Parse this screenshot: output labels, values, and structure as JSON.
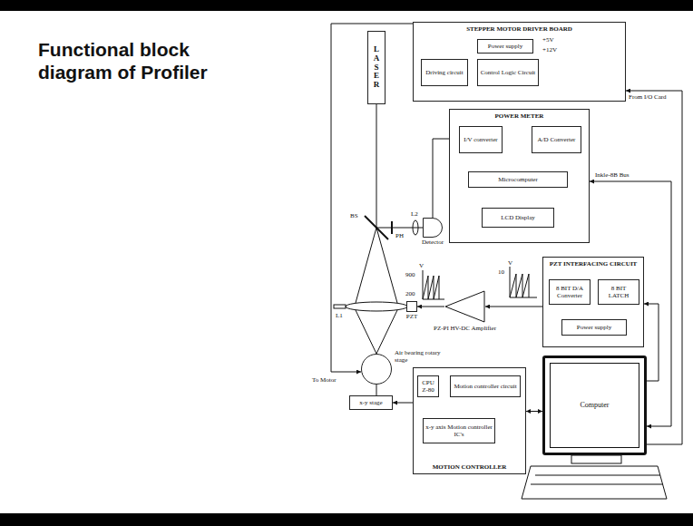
{
  "diagram": {
    "title": "Functional block diagram of Profiler",
    "nodes": [
      {
        "text": [
          "STEPPER MOTOR DRIVER BOARD"
        ]
      },
      {
        "text": [
          "Power supply"
        ],
        "in": 0
      },
      {
        "text": [
          "Driving circuit"
        ],
        "in": 0
      },
      {
        "text": [
          "Control Logic Circuit"
        ],
        "in": 0
      },
      {
        "text": [
          "LASER"
        ]
      },
      {
        "text": [
          "Detector"
        ]
      },
      {
        "text": [
          "POWER METER"
        ]
      },
      {
        "text": [
          "I/V converter"
        ],
        "in": 6
      },
      {
        "text": [
          "A/D Converter"
        ],
        "in": 6
      },
      {
        "text": [
          "Microcomputer"
        ],
        "in": 6
      },
      {
        "text": [
          "LCD Display"
        ],
        "in": 6
      },
      {
        "text": [
          "PZT"
        ]
      },
      {
        "text": [
          "PZ-PI HV-DC Amplifier"
        ]
      },
      {
        "text": [
          "PZT INTERFACING CIRCUIT"
        ]
      },
      {
        "text": [
          "8 BIT D/A Converter"
        ],
        "in": 13
      },
      {
        "text": [
          "8 BIT LATCH"
        ],
        "in": 13
      },
      {
        "text": [
          "Power supply"
        ],
        "in": 13
      },
      {
        "text": [
          "Air bearing rotary stage"
        ]
      },
      {
        "text": [
          "x-y stage"
        ]
      },
      {
        "text": [
          "MOTION CONTROLLER"
        ]
      },
      {
        "text": [
          "CPU Z-80"
        ],
        "in": 19
      },
      {
        "text": [
          "Motion controller circuit"
        ],
        "in": 19
      },
      {
        "text": [
          "x-y axis Motion controller IC's"
        ],
        "in": 19
      },
      {
        "text": [
          "Computer"
        ]
      }
    ],
    "edges": [
      {
        "from": 1,
        "to": 2,
        "arrow": "none"
      },
      {
        "from": 1,
        "to": 3,
        "arrow": "none"
      },
      {
        "from": 3,
        "to": 2,
        "arrow": "to"
      },
      {
        "from": 23,
        "to": 0,
        "arrow": "to"
      },
      {
        "from": 0,
        "to": 17,
        "arrow": "to"
      },
      {
        "from": 5,
        "to": 7,
        "arrow": "to"
      },
      {
        "from": 7,
        "to": 8,
        "arrow": "to"
      },
      {
        "from": 8,
        "to": 9,
        "arrow": "to"
      },
      {
        "from": 9,
        "to": 10,
        "arrow": "to"
      },
      {
        "from": 6,
        "to": 23,
        "arrow": "both"
      },
      {
        "from": 23,
        "to": 13,
        "arrow": "to"
      },
      {
        "from": 15,
        "to": 14,
        "arrow": "to"
      },
      {
        "from": 16,
        "to": 14,
        "arrow": "none"
      },
      {
        "from": 16,
        "to": 15,
        "arrow": "none"
      },
      {
        "from": 13,
        "to": 12,
        "arrow": "to"
      },
      {
        "from": 12,
        "to": 11,
        "arrow": "to"
      },
      {
        "from": 17,
        "to": 18,
        "arrow": "none"
      },
      {
        "from": 19,
        "to": 18,
        "arrow": "to"
      },
      {
        "from": 23,
        "to": 19,
        "arrow": "both"
      },
      {
        "from": 20,
        "to": 21,
        "arrow": "both"
      },
      {
        "from": 21,
        "to": 22,
        "arrow": "both"
      }
    ],
    "labels": [
      "+5V",
      "+12V",
      "From I/O Card",
      "BS",
      "PH",
      "L2",
      "Inkle-8B Bus",
      "V",
      "900",
      "200",
      "V",
      "10",
      "L1",
      "To Motor"
    ]
  }
}
